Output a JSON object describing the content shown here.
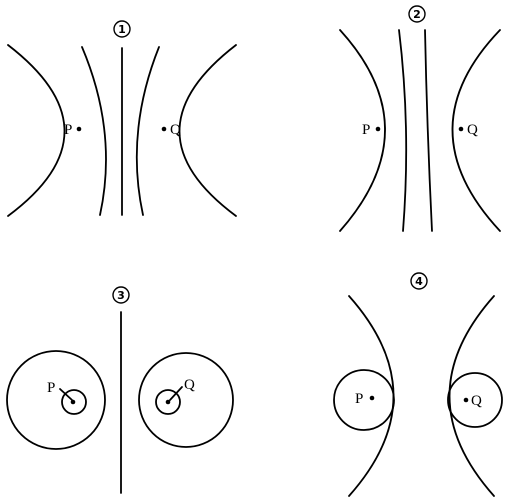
{
  "panels": [
    {
      "number": "1",
      "left_label": "P",
      "right_label": "Q"
    },
    {
      "number": "2",
      "left_label": "P",
      "right_label": "Q"
    },
    {
      "number": "3",
      "left_label": "P",
      "right_label": "Q"
    },
    {
      "number": "4",
      "left_label": "P",
      "right_label": "Q"
    }
  ],
  "colors": {
    "line": "#000000",
    "background": "#ffffff"
  }
}
